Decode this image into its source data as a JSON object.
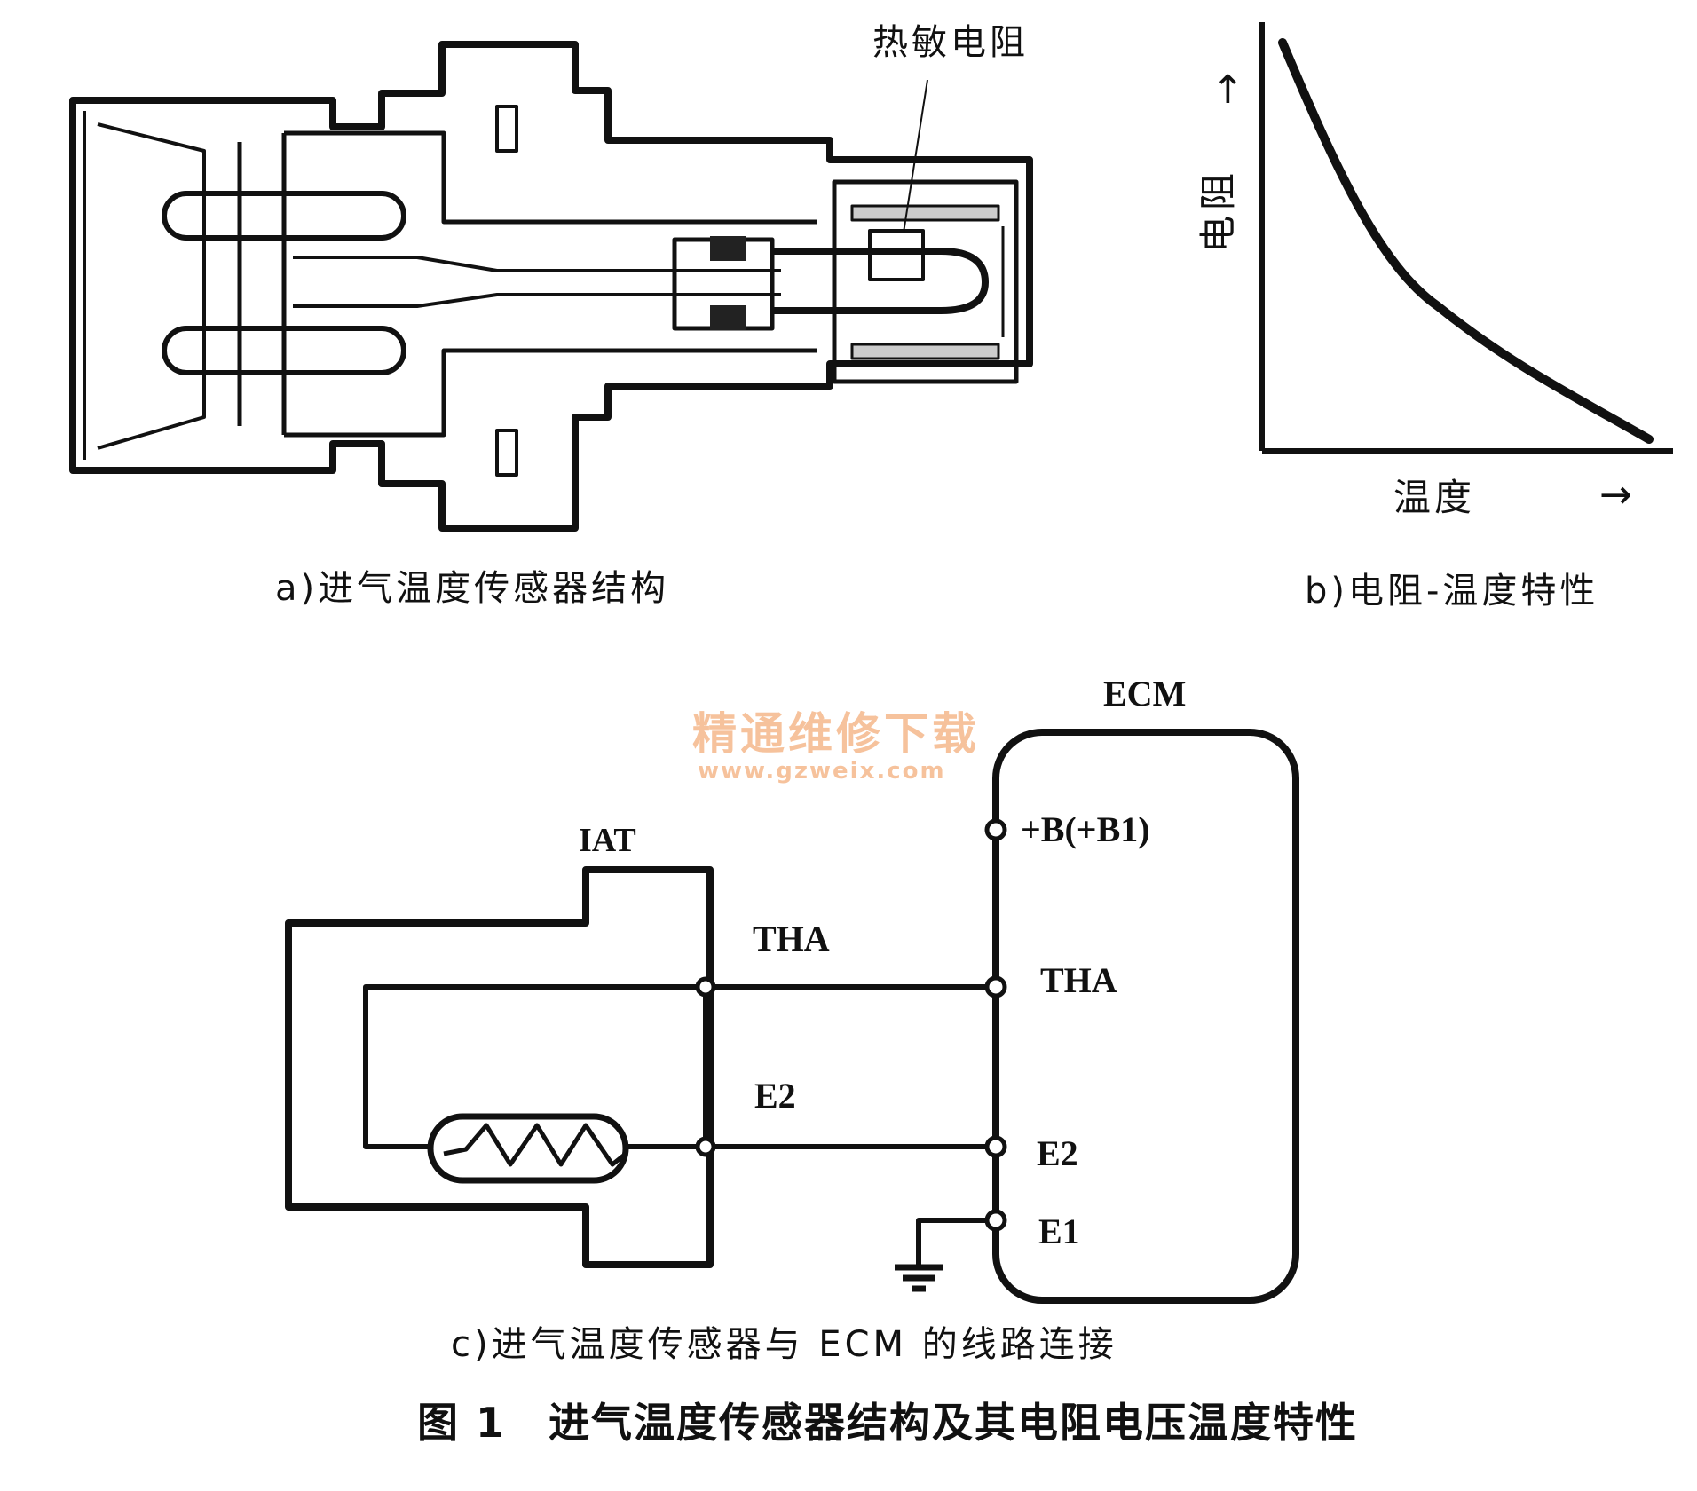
{
  "panel_a": {
    "callout_label": "热敏电阻",
    "caption": "a)进气温度传感器结构"
  },
  "panel_b": {
    "y_axis_label": "电阻",
    "y_arrow": "↑",
    "x_axis_label": "温度",
    "x_arrow": "→",
    "caption": "b)电阻-温度特性"
  },
  "panel_c": {
    "sensor_label": "IAT",
    "ecm_label": "ECM",
    "wire_tha_label": "THA",
    "wire_e2_label": "E2",
    "pins": {
      "b": "+B(+B1)",
      "tha": "THA",
      "e2": "E2",
      "e1": "E1"
    },
    "caption": "c)进气温度传感器与 ECM 的线路连接"
  },
  "watermark": {
    "line1": "精通维修下载",
    "line2": "www.gzweix.com"
  },
  "figure_title": "图 1　进气温度传感器结构及其电阻电压温度特性"
}
